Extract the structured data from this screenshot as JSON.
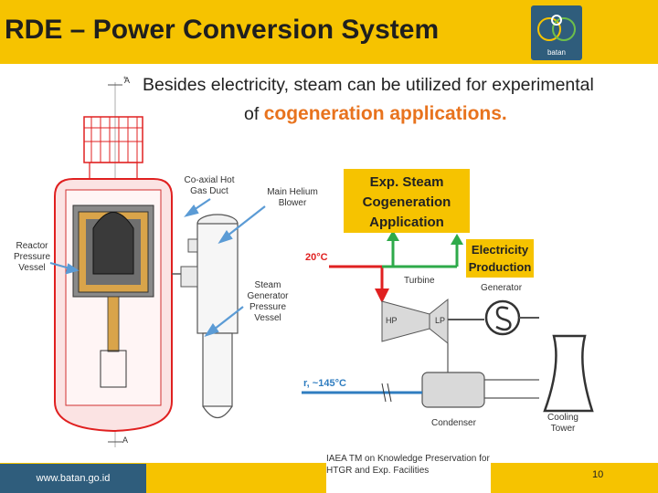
{
  "header": {
    "title": "RDE – Power Conversion System",
    "logo_text": "batan"
  },
  "intro": {
    "line1": "Besides electricity, steam can be utilized for experimental",
    "line2_prefix": "of ",
    "line2_highlight": "cogeneration applications."
  },
  "labels": {
    "coaxial": "Co-axial Hot Gas Duct",
    "blower": "Main Helium Blower",
    "reactor_vessel": "Reactor Pressure Vessel",
    "sg_vessel": "Steam Generator Pressure Vessel",
    "temp_hot": "20°C",
    "temp_return": "r, ~145°C",
    "turbine": "Turbine",
    "hp": "HP",
    "lp": "LP",
    "generator": "Generator",
    "condenser": "Condenser",
    "cooling_tower": "Cooling Tower",
    "section_marker": "A",
    "bullet": "*"
  },
  "boxes": {
    "exp_steam": "Exp. Steam Cogeneration Application",
    "electricity": "Electricity Production"
  },
  "footer": {
    "url": "www.batan.go.id",
    "conference": "IAEA TM on Knowledge Preservation for HTGR and Exp. Facilities",
    "page": "10"
  },
  "colors": {
    "accent": "#f6c300",
    "logo_bg": "#2f5d7c",
    "highlight": "#e8731e",
    "steam_red": "#e02020",
    "water_blue": "#2f7dc0",
    "pipe_green": "#2eaa4a",
    "arrow_blue": "#5b9bd5"
  }
}
